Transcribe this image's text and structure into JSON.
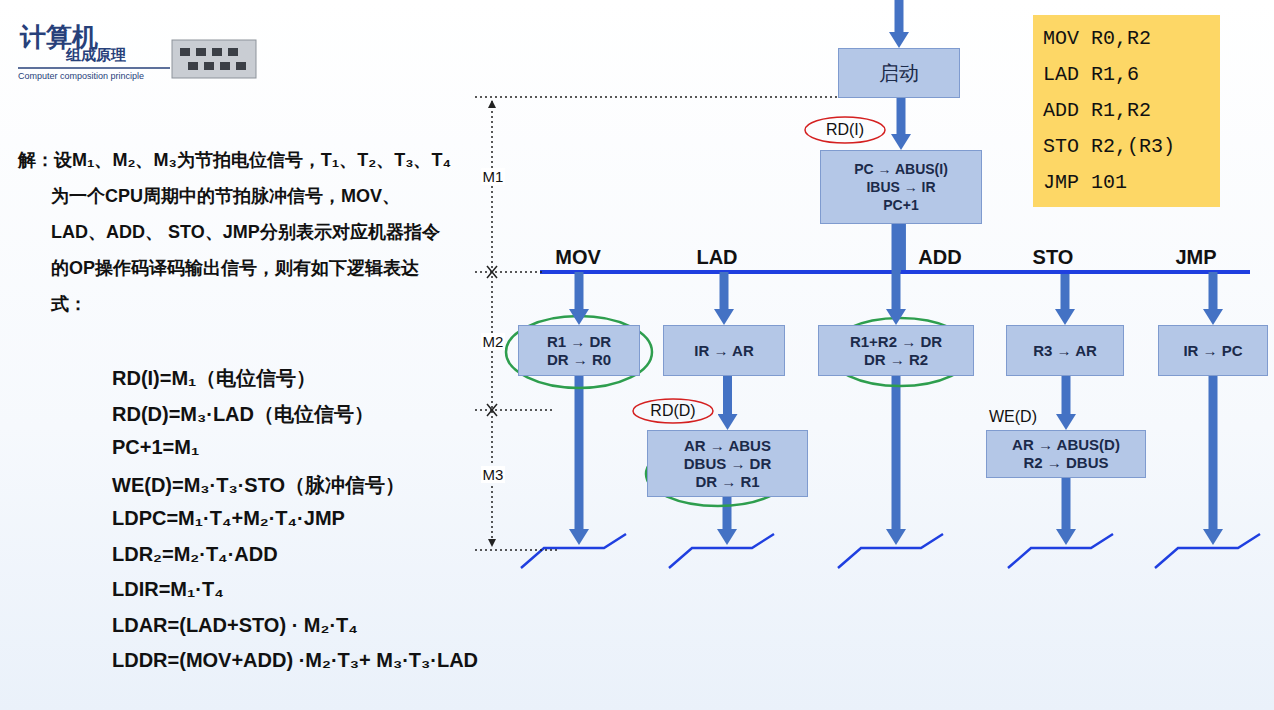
{
  "diagram": {
    "nodes": [
      {
        "text": [
          "启动"
        ]
      },
      {
        "text": [
          "PC → ABUS(I)",
          "IBUS → IR",
          "PC+1"
        ]
      },
      {
        "text": [
          "R1 → DR",
          "DR → R0"
        ]
      },
      {
        "text": [
          "IR → AR"
        ]
      },
      {
        "text": [
          "R1+R2 → DR",
          "DR → R2"
        ]
      },
      {
        "text": [
          "R3 → AR"
        ]
      },
      {
        "text": [
          "IR → PC"
        ]
      },
      {
        "text": [
          "AR → ABUS",
          "DBUS → DR",
          "DR → R1"
        ]
      },
      {
        "text": [
          "AR → ABUS(D)",
          "R2 → DBUS"
        ]
      },
      {
        "text": [
          "MOV R0,R2",
          "LAD R1,6",
          "ADD R1,R2",
          "STO R2,(R3)",
          "JMP 101"
        ]
      }
    ],
    "edges": [
      {
        "from": 0,
        "to": 1,
        "arrow": "to"
      },
      {
        "from": 1,
        "to": 2,
        "label": "MOV",
        "arrow": "to"
      },
      {
        "from": 1,
        "to": 3,
        "label": "LAD",
        "arrow": "to"
      },
      {
        "from": 1,
        "to": 4,
        "label": "ADD",
        "arrow": "to"
      },
      {
        "from": 1,
        "to": 5,
        "label": "STO",
        "arrow": "to"
      },
      {
        "from": 1,
        "to": 6,
        "label": "JMP",
        "arrow": "to"
      },
      {
        "from": 3,
        "to": 7,
        "arrow": "to"
      },
      {
        "from": 5,
        "to": 8,
        "arrow": "to"
      }
    ],
    "labels": [
      "计算机",
      "组成原理",
      "Computer composition principle",
      "解：设M₁、M₂、M₃为节拍电位信号，T₁、T₂、T₃、T₄ 为一个CPU周期中的节拍脉冲信号，MOV、LAD、ADD、 STO、JMP分别表示对应机器指令的OP操作码译码输出信号，则有如下逻辑表达式：",
      "RD(I)=M₁（电位信号）",
      "RD(D)=M₃·LAD（电位信号）",
      "PC+1=M₁",
      "WE(D)=M₃·T₃·STO（脉冲信号）",
      "LDPC=M₁·T₄+M₂·T₄·JMP",
      "LDR₂=M₂·T₄·ADD",
      "LDIR=M₁·T₄",
      "LDAR=(LAD+STO) · M₂·T₄",
      "LDDR=(MOV+ADD) ·M₂·T₃+ M₃·T₃·LAD",
      "M1",
      "M2",
      "M3",
      "RD(I)",
      "RD(D)",
      "WE(D)"
    ]
  }
}
